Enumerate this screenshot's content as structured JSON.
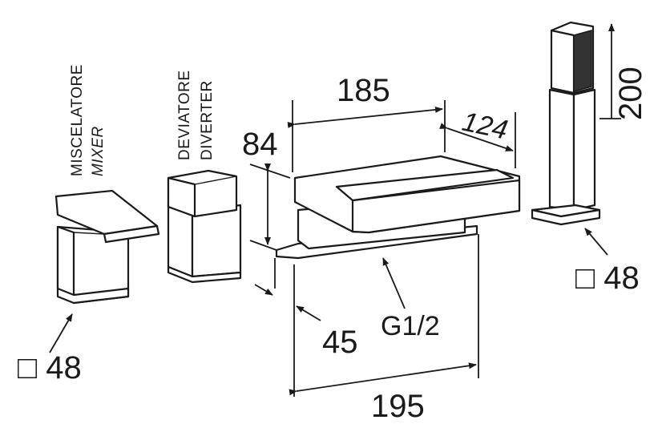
{
  "labels": {
    "mixer_it": "MISCELATORE",
    "mixer_en": "MIXER",
    "diverter_it": "DEVIATORE",
    "diverter_en": "DIVERTER",
    "dim_185": "185",
    "dim_124": "124",
    "dim_84": "84",
    "dim_200": "200",
    "dim_45": "45",
    "dim_195": "195",
    "thread": "G1/2",
    "base_left": "□ 48",
    "base_right": "□ 48"
  },
  "colors": {
    "line": "#1a1a1a",
    "hatch": "#333333",
    "background": "#ffffff"
  }
}
